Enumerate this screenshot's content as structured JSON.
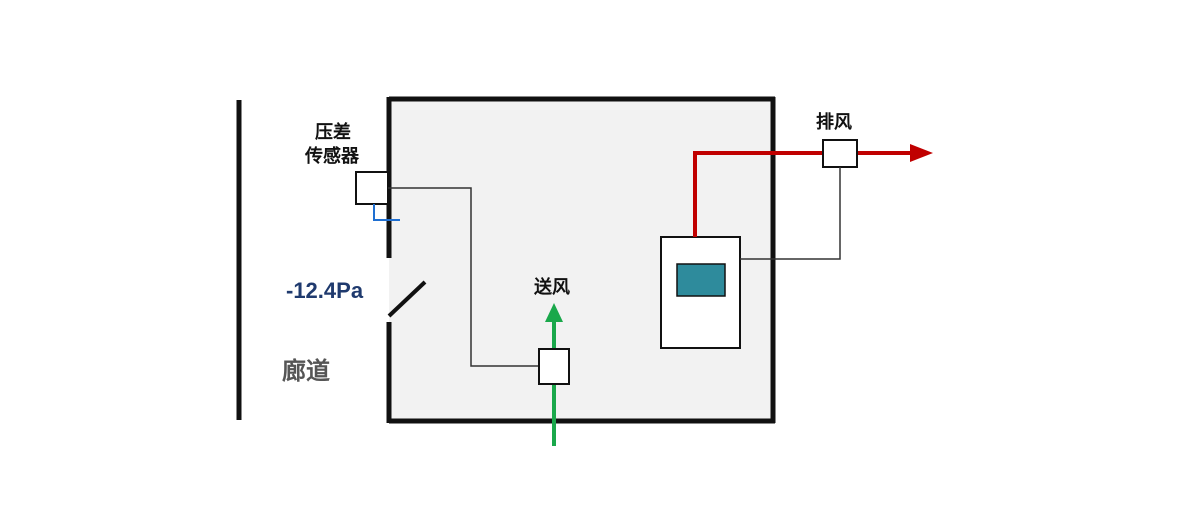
{
  "labels": {
    "pressure_sensor_line1": "压差",
    "pressure_sensor_line2": "传感器",
    "pressure_value": "-12.4Pa",
    "corridor": "廊道",
    "supply_air": "送风",
    "exhaust_air": "排风"
  },
  "colors": {
    "room_fill": "#f2f2f2",
    "wall": "#111111",
    "exhaust_duct": "#c00000",
    "supply_duct": "#1aa84b",
    "sensor_tube": "#1f6fd1",
    "controller_screen": "#2e8b9c",
    "pressure_text": "#1f3a6e",
    "corridor_text": "#555555",
    "signal_wire": "#333333"
  }
}
